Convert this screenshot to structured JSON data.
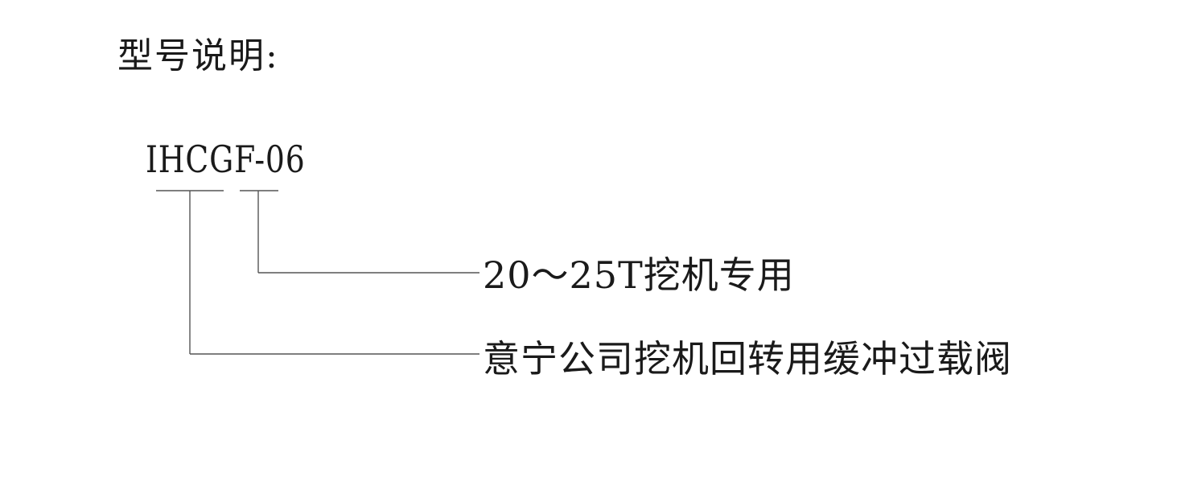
{
  "heading": "型号说明:",
  "model_code": "IHCGF-06",
  "annotations": {
    "usage": "20～25T挖机专用",
    "product": "意宁公司挖机回转用缓冲过载阀"
  },
  "colors": {
    "text": "#1a1a1a",
    "leader_lines": "#555555",
    "background": "#ffffff"
  }
}
